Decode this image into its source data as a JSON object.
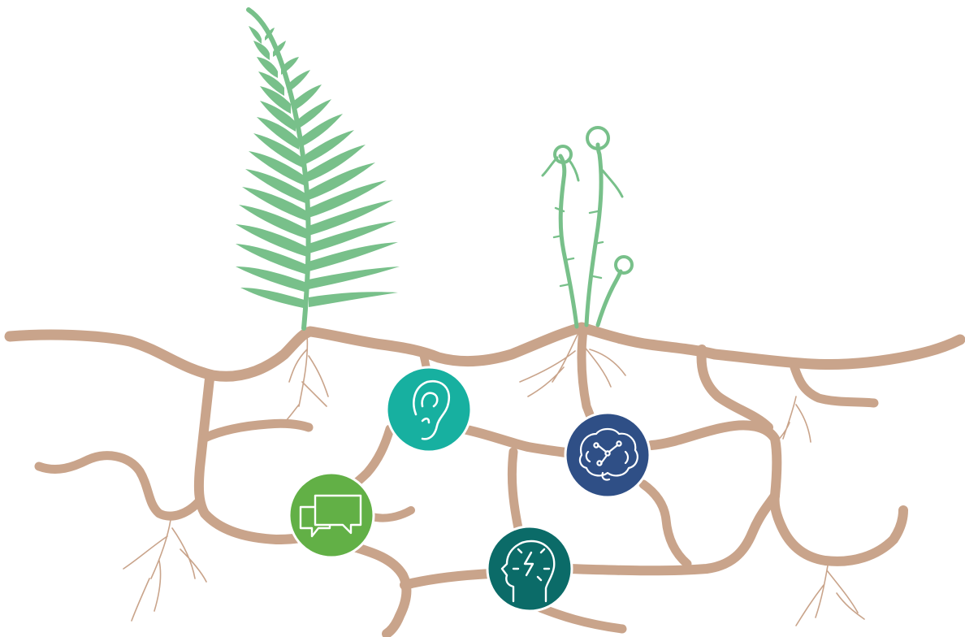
{
  "colors": {
    "background": "#ffffff",
    "root": "#c9a48b",
    "fern": "#78c08a",
    "ear_circle": "#17b0a0",
    "brain_circle": "#2f4f86",
    "chat_circle": "#62b046",
    "head_circle": "#0b6b68",
    "icon_line": "#ffffff"
  },
  "nodes": [
    {
      "id": "ear",
      "icon": "ear-icon"
    },
    {
      "id": "brain",
      "icon": "brain-circuit-icon"
    },
    {
      "id": "chat",
      "icon": "chat-bubbles-icon"
    },
    {
      "id": "head",
      "icon": "head-lightning-icon"
    }
  ],
  "plants": [
    {
      "id": "fern-frond",
      "icon": "fern-frond-icon"
    },
    {
      "id": "fiddleheads",
      "icon": "fiddlehead-icon"
    }
  ]
}
